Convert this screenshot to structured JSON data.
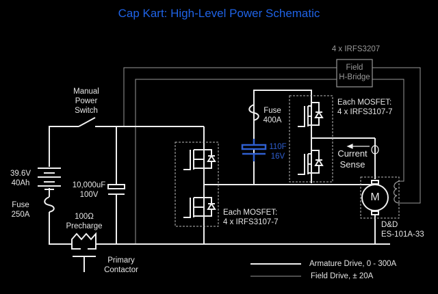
{
  "title": "Cap Kart: High-Level Power Schematic",
  "colors": {
    "background": "#000000",
    "title": "#1f63e6",
    "armature_wire": "#f0f0f0",
    "field_wire": "#9a9a9a",
    "ultracap": "#2f5fd0"
  },
  "components": {
    "battery": {
      "line1": "39.6V",
      "line2": "40Ah"
    },
    "main_fuse": {
      "line1": "Fuse",
      "line2": "250A"
    },
    "power_switch": {
      "line1": "Manual",
      "line2": "Power",
      "line3": "Switch"
    },
    "bus_capacitor": {
      "line1": "10,000uF",
      "line2": "100V"
    },
    "precharge_resistor": {
      "line1": "100Ω",
      "line2": "Precharge"
    },
    "primary_contactor": {
      "line1": "Primary",
      "line2": "Contactor"
    },
    "half_bridge_left": {
      "line1": "Each MOSFET:",
      "line2": "4 x IRFS3107-7"
    },
    "half_bridge_right": {
      "line1": "Each MOSFET:",
      "line2": "4 x IRFS3107-7"
    },
    "ultracap_fuse": {
      "line1": "Fuse",
      "line2": "400A"
    },
    "ultracap": {
      "line1": "110F",
      "line2": "16V"
    },
    "field_hbridge": {
      "line1": "Field",
      "line2": "H-Bridge",
      "part": "4 x IRFS3207"
    },
    "current_sense": {
      "line1": "Current",
      "line2": "Sense"
    },
    "motor": {
      "symbol": "M",
      "line1": "D&D",
      "line2": "ES-101A-33"
    }
  },
  "legend": {
    "items": [
      {
        "label": "Armature Drive, 0 - 300A",
        "style": "thick"
      },
      {
        "label": "Field Drive, ± 20A",
        "style": "thin"
      }
    ]
  }
}
